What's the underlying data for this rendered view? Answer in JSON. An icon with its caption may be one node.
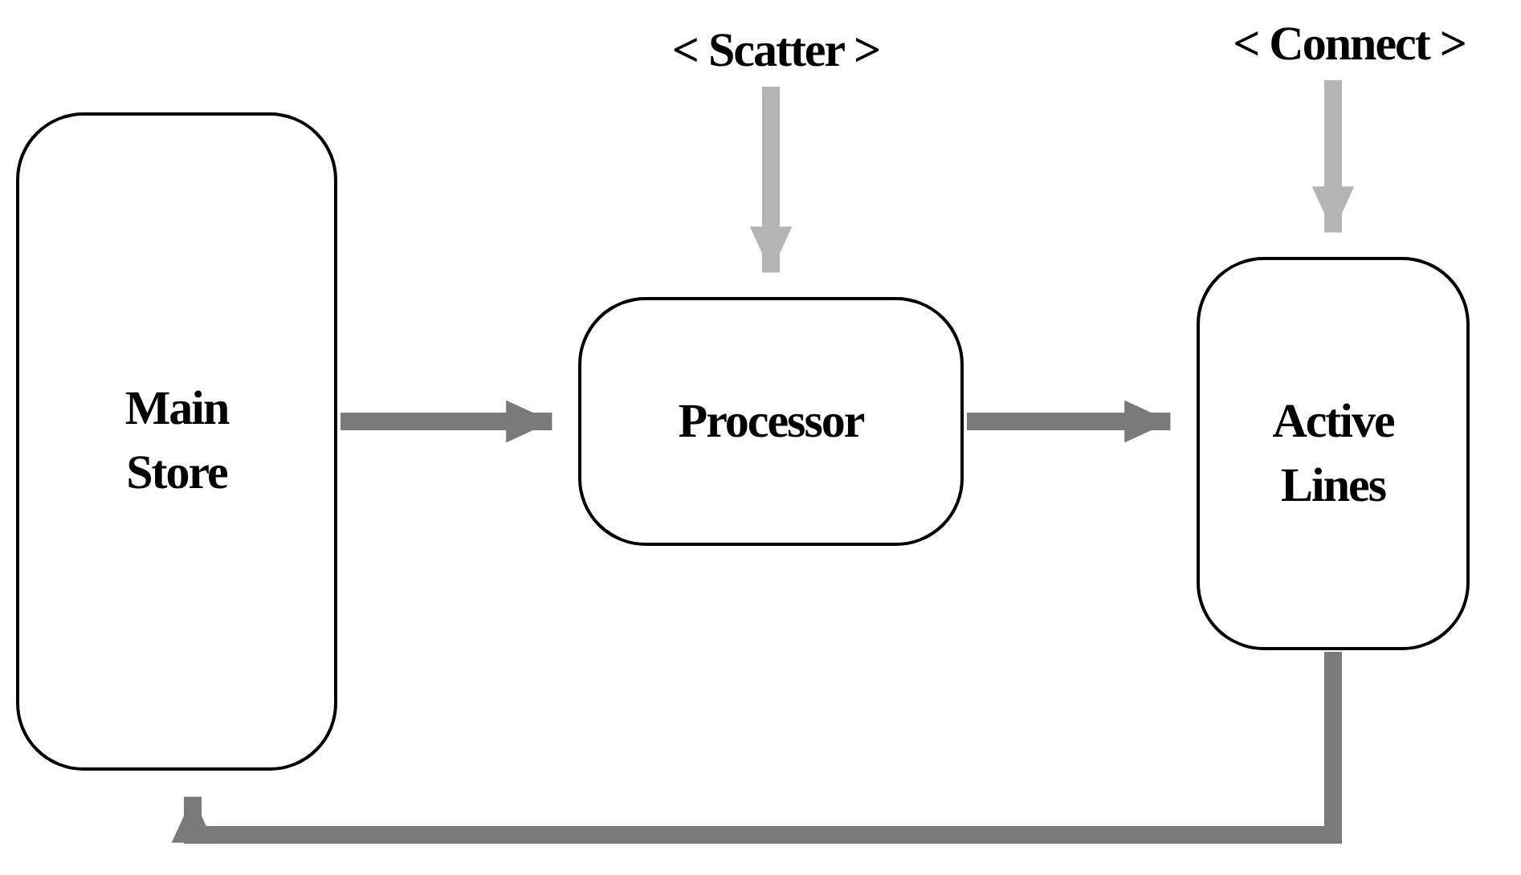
{
  "diagram": {
    "nodes": [
      {
        "text": [
          "Main Store"
        ]
      },
      {
        "text": [
          "Processor"
        ]
      },
      {
        "text": [
          "Active Lines"
        ]
      },
      {
        "text": [
          "< Scatter >"
        ]
      },
      {
        "text": [
          "< Connect >"
        ]
      }
    ],
    "edges": [
      {
        "from": 0,
        "to": 1,
        "arrow": "to"
      },
      {
        "from": 1,
        "to": 2,
        "arrow": "to"
      },
      {
        "from": 2,
        "to": 0,
        "arrow": "to"
      },
      {
        "from": 3,
        "to": 1,
        "arrow": "to",
        "color": "#b4b4b4"
      },
      {
        "from": 4,
        "to": 2,
        "arrow": "to",
        "color": "#b4b4b4"
      }
    ]
  }
}
